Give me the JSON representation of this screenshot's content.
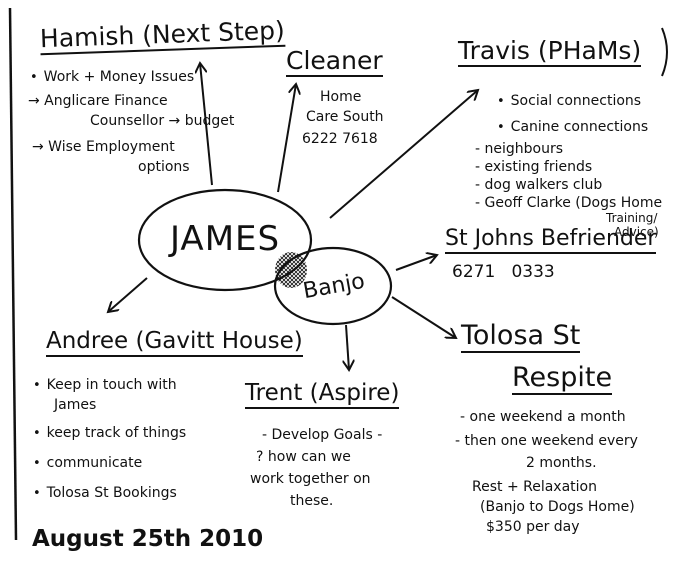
{
  "center": {
    "name": "JAMES",
    "companion": "Banjo"
  },
  "nodes": {
    "hamish": {
      "title": "Hamish (Next Step)",
      "items": [
        "Work + Money Issues",
        "→ Anglicare Finance",
        "Counsellor → budget",
        "→ Wise Employment",
        "options"
      ]
    },
    "cleaner": {
      "title": "Cleaner",
      "items": [
        "Home",
        "Care South",
        "6222 7618"
      ]
    },
    "travis": {
      "title": "Travis (PHaMs)",
      "items": [
        "Social connections",
        "Canine connections"
      ],
      "subitems": [
        "- neighbours",
        "- existing friends",
        "- dog walkers club",
        "- Geoff Clarke (Dogs Home",
        "Training/",
        "Advice)"
      ]
    },
    "stjohns": {
      "title": "St Johns Befriender",
      "phone": "6271   0333"
    },
    "andree": {
      "title": "Andree (Gavitt House)",
      "items": [
        "Keep in touch with",
        "James",
        "keep track of things",
        "communicate",
        "Tolosa St Bookings"
      ]
    },
    "trent": {
      "title": "Trent (Aspire)",
      "items": [
        "- Develop Goals -",
        "? how can we",
        "work together on",
        "these."
      ]
    },
    "tolosa": {
      "title_line1": "Tolosa St",
      "title_line2": "Respite",
      "items": [
        "- one weekend a month",
        "- then one weekend every",
        "2 months.",
        "Rest + Relaxation",
        "(Banjo to Dogs Home)",
        "$350 per day"
      ]
    }
  },
  "date": "August 25th 2010",
  "colors": {
    "ink": "#111111",
    "paper": "#ffffff"
  }
}
